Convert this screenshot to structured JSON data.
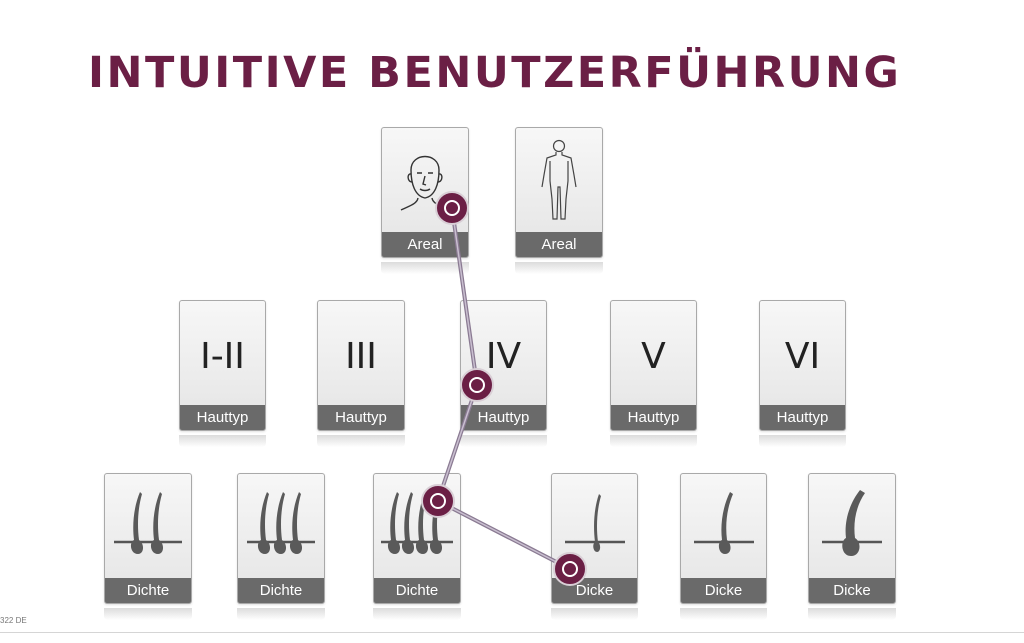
{
  "title": "INTUITIVE BENUTZERFÜHRUNG",
  "accent_color": "#6b1f45",
  "caption_color": "#6a6a6a",
  "footer_code": "322 DE",
  "rows": {
    "areal": [
      {
        "caption": "Areal",
        "icon": "face-icon"
      },
      {
        "caption": "Areal",
        "icon": "body-icon"
      }
    ],
    "hauttyp": [
      {
        "label": "I-II",
        "caption": "Hauttyp"
      },
      {
        "label": "III",
        "caption": "Hauttyp"
      },
      {
        "label": "IV",
        "caption": "Hauttyp"
      },
      {
        "label": "V",
        "caption": "Hauttyp"
      },
      {
        "label": "VI",
        "caption": "Hauttyp"
      }
    ],
    "dichte": [
      {
        "caption": "Dichte",
        "icon": "hair-density-2-icon"
      },
      {
        "caption": "Dichte",
        "icon": "hair-density-3-icon"
      },
      {
        "caption": "Dichte",
        "icon": "hair-density-4-icon"
      }
    ],
    "dicke": [
      {
        "caption": "Dicke",
        "icon": "hair-thin-icon"
      },
      {
        "caption": "Dicke",
        "icon": "hair-medium-icon"
      },
      {
        "caption": "Dicke",
        "icon": "hair-thick-icon"
      }
    ]
  },
  "selection_path": [
    "Areal (Gesicht)",
    "Hauttyp IV",
    "Dichte",
    "Dicke"
  ]
}
